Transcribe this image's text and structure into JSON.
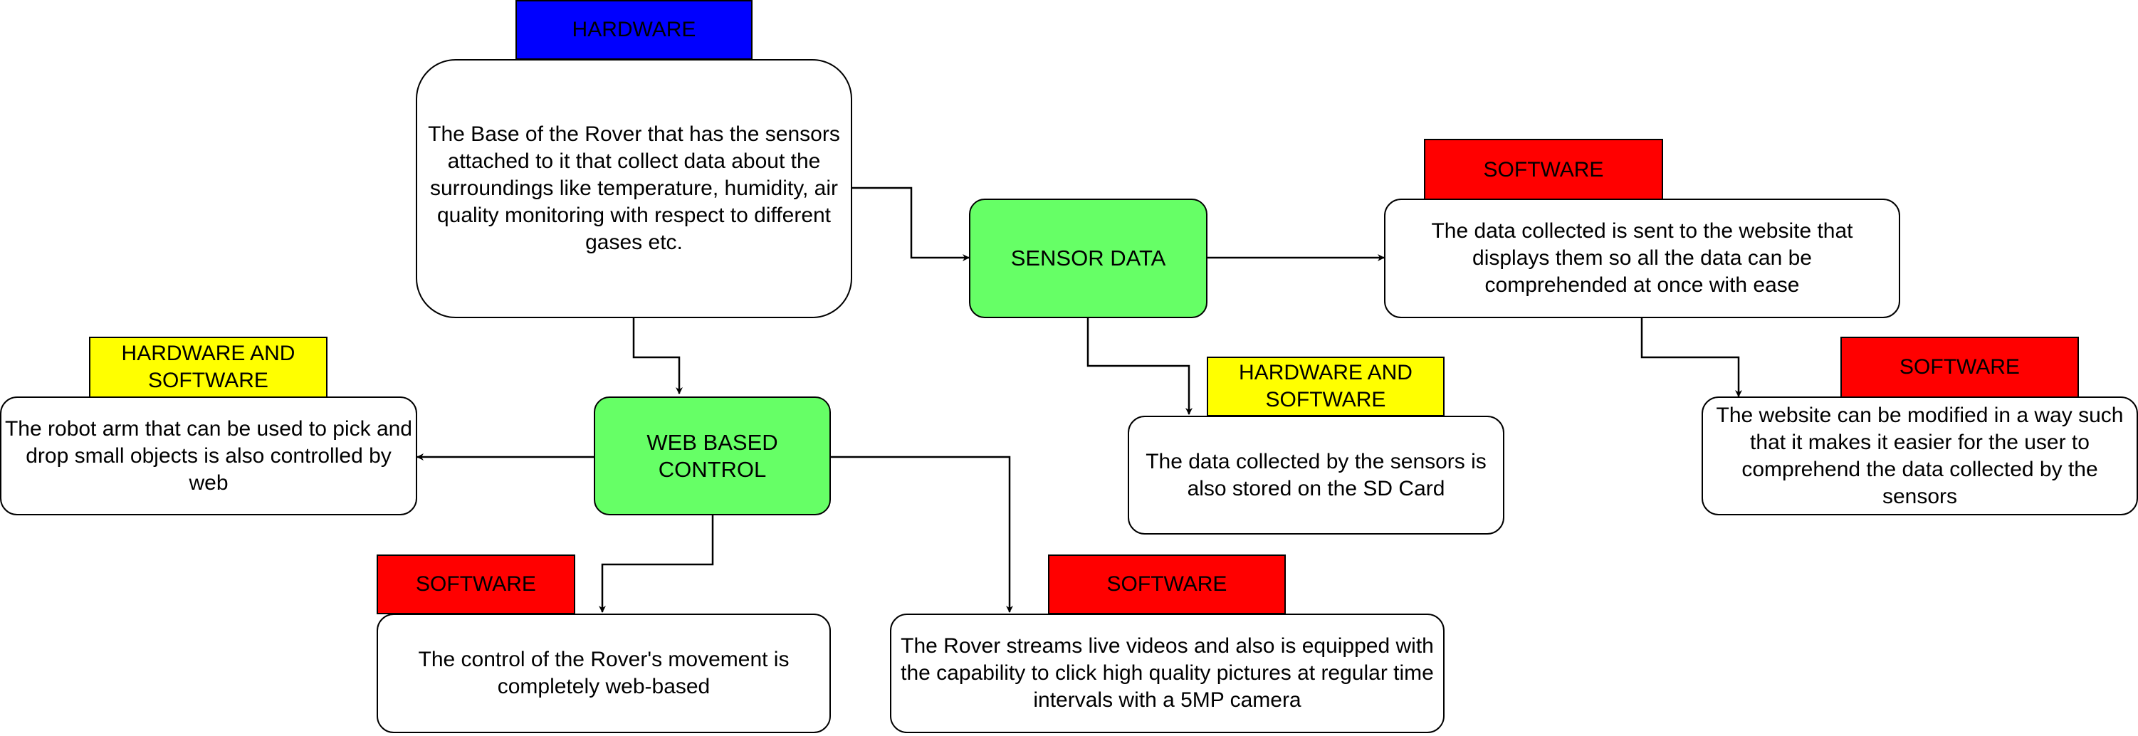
{
  "colors": {
    "hardware": "#0000ff",
    "software": "#ff0000",
    "hardware_and_software": "#ffff00",
    "hub": "#66ff66",
    "line": "#000000"
  },
  "tags": {
    "rover_base": "HARDWARE",
    "website_display": "SOFTWARE",
    "website_modify": "SOFTWARE",
    "robot_arm": "HARDWARE AND SOFTWARE",
    "sd_card": "HARDWARE AND SOFTWARE",
    "movement": "SOFTWARE",
    "camera": "SOFTWARE"
  },
  "hubs": {
    "sensor_data": "SENSOR DATA",
    "web_control": "WEB BASED CONTROL"
  },
  "descriptions": {
    "rover_base": "The Base of the Rover that has the sensors attached to it that collect data about the surroundings like temperature, humidity, air quality monitoring with respect to different gases etc.",
    "website_display": "The data collected is sent to the website that displays them so all the data can be comprehended at once with ease",
    "website_modify": "The website can be modified in a way such that it makes it easier for the user to comprehend the data collected by the sensors",
    "robot_arm": "The robot arm that can be used to pick and drop small objects is also controlled by web",
    "sd_card": "The data collected by the sensors is also stored on the SD Card",
    "movement": "The control of the Rover's movement is completely web-based",
    "camera": "The Rover streams live videos and also is equipped with the capability to click high quality pictures at regular time intervals with a 5MP camera"
  }
}
